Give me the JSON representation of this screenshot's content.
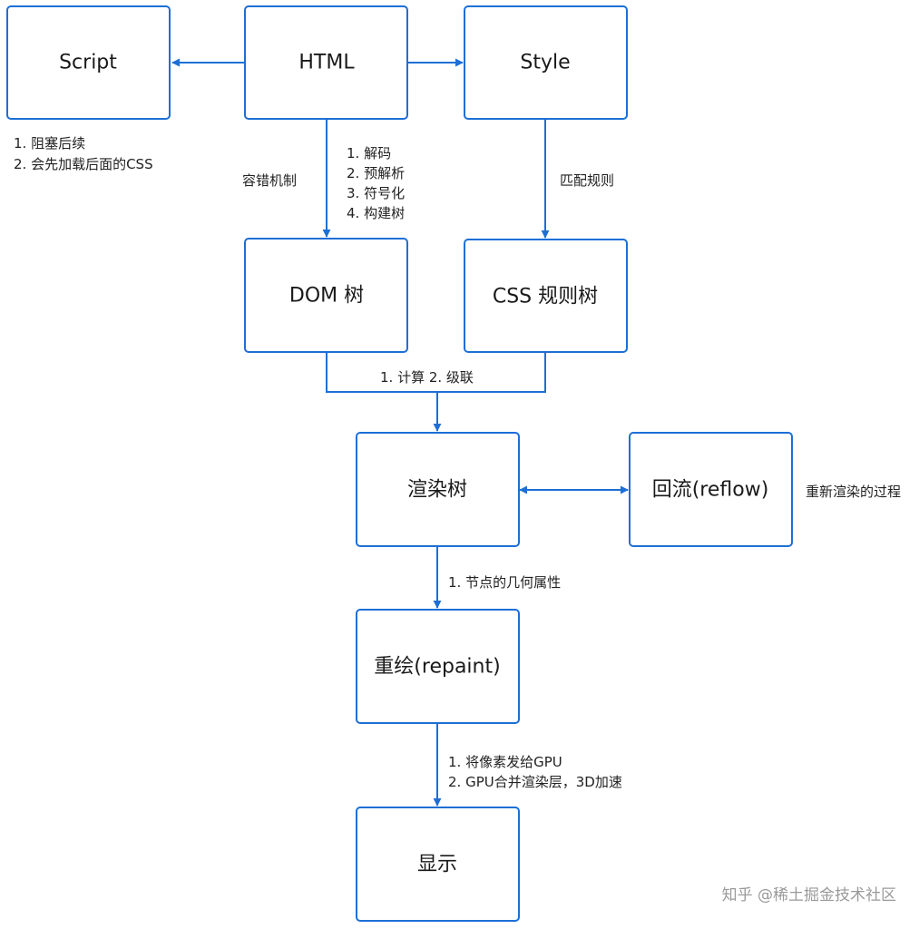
{
  "colors": {
    "accent": "#1d6fd6",
    "text": "#1a1a1a"
  },
  "nodes": {
    "script": "Script",
    "html": "HTML",
    "style": "Style",
    "dom": "DOM 树",
    "css_rules": "CSS 规则树",
    "render_tree": "渲染树",
    "reflow": "回流(reflow)",
    "repaint": "重绘(repaint)",
    "display": "显示"
  },
  "notes": {
    "script_line1": "1. 阻塞后续",
    "script_line2": "2. 会先加载后面的CSS",
    "fault_tolerance": "容错机制",
    "html_step1": "1. 解码",
    "html_step2": "2. 预解析",
    "html_step3": "3. 符号化",
    "html_step4": "4. 构建树",
    "match_rules": "匹配规则",
    "merge": "1. 计算   2. 级联",
    "reflow_desc": "重新渲染的过程",
    "geometry": "1. 节点的几何属性",
    "gpu_line1": "1. 将像素发给GPU",
    "gpu_line2": "2. GPU合并渲染层，3D加速"
  },
  "watermark": "知乎 @稀土掘金技术社区"
}
